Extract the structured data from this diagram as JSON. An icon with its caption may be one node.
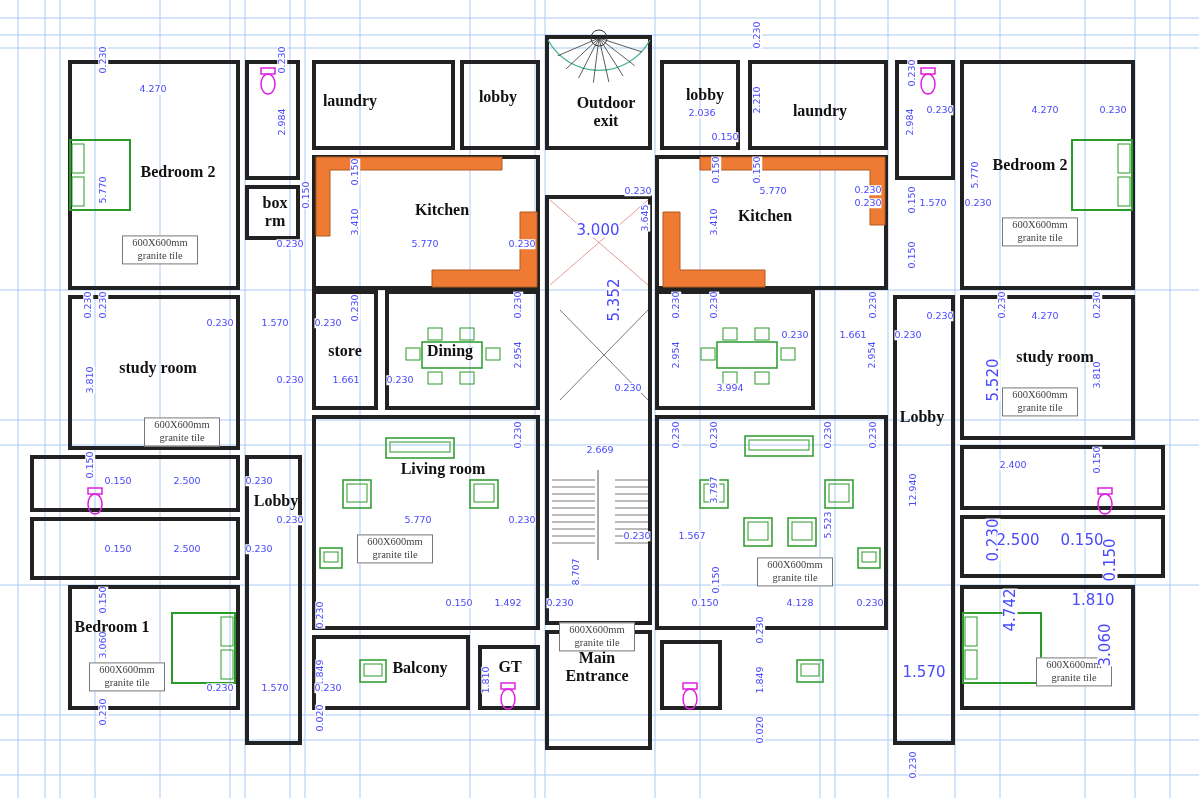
{
  "diagram": {
    "nodes": [
      {
        "text": [
          "Bedroom 2"
        ]
      },
      {
        "text": [
          "laundry"
        ]
      },
      {
        "text": [
          "lobby"
        ]
      },
      {
        "text": [
          "Outdoor exit"
        ]
      },
      {
        "text": [
          "lobby"
        ]
      },
      {
        "text": [
          "laundry"
        ]
      },
      {
        "text": [
          "Bedroom 2"
        ]
      },
      {
        "text": [
          "box rm"
        ]
      },
      {
        "text": [
          "Kitchen"
        ]
      },
      {
        "text": [
          "Kitchen"
        ]
      },
      {
        "text": [
          "study room"
        ]
      },
      {
        "text": [
          "store"
        ]
      },
      {
        "text": [
          "Dining"
        ]
      },
      {
        "text": [
          "study room"
        ]
      },
      {
        "text": [
          "Lobby"
        ]
      },
      {
        "text": [
          "Living room"
        ]
      },
      {
        "text": [
          "Lobby"
        ]
      },
      {
        "text": [
          "Bedroom 1"
        ]
      },
      {
        "text": [
          "Balcony"
        ]
      },
      {
        "text": [
          "GT"
        ]
      },
      {
        "text": [
          "Main Entrance"
        ]
      },
      {
        "text": [],
        "shape": "box"
      },
      {
        "text": [],
        "shape": "box"
      },
      {
        "text": [],
        "shape": "box"
      },
      {
        "text": [],
        "shape": "box"
      },
      {
        "text": [],
        "shape": "box"
      },
      {
        "text": [],
        "shape": "box"
      },
      {
        "text": [],
        "shape": "box"
      },
      {
        "text": [],
        "shape": "box"
      },
      {
        "text": [],
        "shape": "box"
      },
      {
        "text": [],
        "shape": "box"
      },
      {
        "text": [],
        "shape": "box"
      },
      {
        "text": [
          "600X600mm granite tile"
        ],
        "in": 0
      },
      {
        "text": [
          "600X600mm granite tile"
        ],
        "in": 10
      },
      {
        "text": [
          "600X600mm granite tile"
        ],
        "in": 15
      },
      {
        "text": [
          "600X600mm granite tile"
        ],
        "in": 17
      },
      {
        "text": [
          "600X600mm granite tile"
        ],
        "in": 6
      },
      {
        "text": [
          "600X600mm granite tile"
        ],
        "in": 13
      },
      {
        "text": [
          "600X600mm granite tile"
        ],
        "in": 27
      },
      {
        "text": [
          "600X600mm granite tile"
        ],
        "in": 20
      },
      {
        "text": [
          "600X600mm granite tile"
        ],
        "in": 30
      }
    ],
    "labels": [
      "0.230",
      "4.270",
      "0.230",
      "2.984",
      "0.230",
      "2.036",
      "2.210",
      "0.230",
      "2.984",
      "0.230",
      "4.270",
      "0.230",
      "0.150",
      "0.150",
      "0.150",
      "0.150",
      "5.770",
      "0.150",
      "5.770",
      "0.230",
      "5.770",
      "0.230",
      "0.230",
      "0.150",
      "1.570",
      "0.230",
      "3.410",
      "3.645",
      "3.410",
      "3.000",
      "0.230",
      "5.770",
      "0.230",
      "0.150",
      "0.230",
      "0.230",
      "0.230",
      "0.230",
      "5.352",
      "0.230",
      "0.230",
      "0.230",
      "0.230",
      "0.230",
      "0.230",
      "1.570",
      "0.230",
      "0.230",
      "4.270",
      "0.230",
      "1.661",
      "0.230",
      "2.954",
      "2.954",
      "2.954",
      "3.810",
      "0.230",
      "1.661",
      "0.230",
      "3.810",
      "5.520",
      "0.230",
      "3.994",
      "0.230",
      "0.230",
      "0.230",
      "0.230",
      "0.230",
      "2.669",
      "0.150",
      "0.150",
      "2.400",
      "0.150",
      "2.500",
      "0.230",
      "3.797",
      "12.940",
      "0.230",
      "5.770",
      "0.230",
      "5.523",
      "0.230",
      "1.567",
      "0.230",
      "2.500",
      "0.150",
      "0.150",
      "2.500",
      "0.230",
      "0.150",
      "0.150",
      "0.150",
      "1.492",
      "0.230",
      "8.707",
      "0.150",
      "0.150",
      "4.128",
      "0.230",
      "1.810",
      "4.742",
      "0.230",
      "0.230",
      "3.060",
      "3.060",
      "1.570",
      "1.849",
      "1.810",
      "1.849",
      "0.230",
      "1.570",
      "0.230",
      "0.230",
      "0.020",
      "0.020",
      "0.230"
    ]
  }
}
